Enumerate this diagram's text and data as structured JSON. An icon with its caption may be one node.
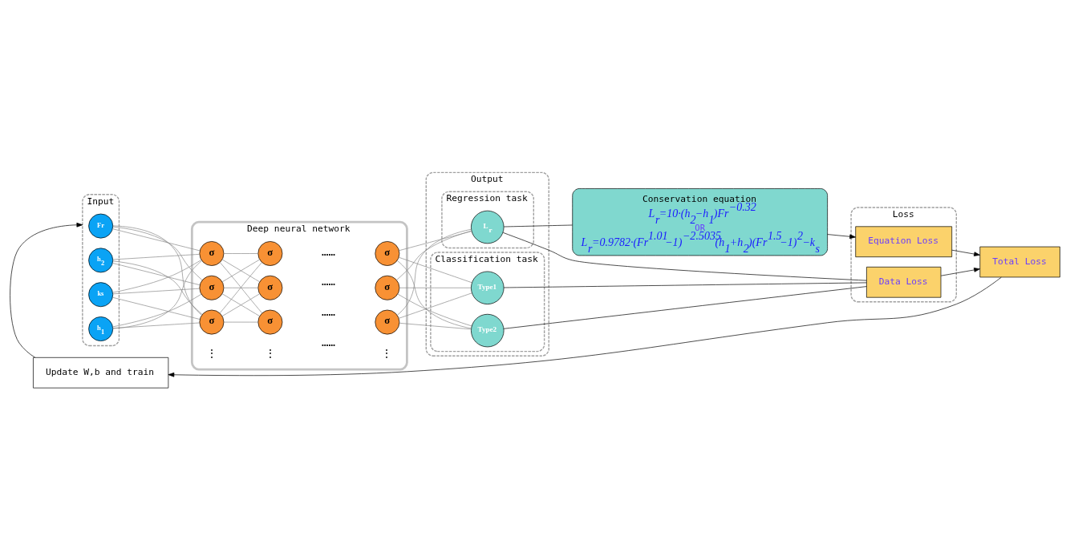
{
  "diagram": {
    "nodes": [
      {
        "text": [
          "Input"
        ]
      },
      {
        "text": [
          "Fr"
        ],
        "in": 0
      },
      {
        "text": [
          "h$_{2}$"
        ],
        "in": 0
      },
      {
        "text": [
          "ks"
        ],
        "in": 0
      },
      {
        "text": [
          "h$_{1}$"
        ],
        "in": 0
      },
      {
        "text": [
          "Deep neural network"
        ]
      },
      {
        "text": [
          "σ"
        ],
        "in": 5
      },
      {
        "text": [
          "σ"
        ],
        "in": 5
      },
      {
        "text": [
          "σ"
        ],
        "in": 5
      },
      {
        "text": [
          "σ"
        ],
        "in": 5
      },
      {
        "text": [
          "σ"
        ],
        "in": 5
      },
      {
        "text": [
          "σ"
        ],
        "in": 5
      },
      {
        "text": [
          "σ"
        ],
        "in": 5
      },
      {
        "text": [
          "σ"
        ],
        "in": 5
      },
      {
        "text": [
          "σ"
        ],
        "in": 5
      },
      {
        "text": [
          "Output"
        ]
      },
      {
        "text": [
          "Regression task"
        ],
        "in": 15
      },
      {
        "text": [
          "L$_{r}$"
        ],
        "in": 16
      },
      {
        "text": [
          "Classification task"
        ],
        "in": 15
      },
      {
        "text": [
          "Type1"
        ],
        "in": 18
      },
      {
        "text": [
          "Type2"
        ],
        "in": 18
      },
      {
        "text": [
          "Conservation equation",
          "L$_{r}$=10·(h$_{2}$−h$_{1}$)Fr$^{−0.32}$",
          "OR",
          "L$_{r}$=0.9782·(Fr$^{1.01}$−1)$^{−2.5035}$(h$_{1}$+h$_{2}$)(Fr$^{1.5}$−1)$^{2}$−k$_{s}$"
        ]
      },
      {
        "text": [
          "Loss"
        ]
      },
      {
        "text": [
          "Equation Loss"
        ],
        "in": 22
      },
      {
        "text": [
          "Data Loss"
        ],
        "in": 22
      },
      {
        "text": [
          "Total Loss"
        ]
      },
      {
        "text": [
          "Update W,b and train"
        ]
      }
    ],
    "edges": [
      {
        "from": 1,
        "to": 6,
        "arrow": "none"
      },
      {
        "from": 1,
        "to": 7,
        "arrow": "none"
      },
      {
        "from": 1,
        "to": 8,
        "arrow": "none"
      },
      {
        "from": 2,
        "to": 6,
        "arrow": "none"
      },
      {
        "from": 2,
        "to": 7,
        "arrow": "none"
      },
      {
        "from": 2,
        "to": 8,
        "arrow": "none"
      },
      {
        "from": 3,
        "to": 6,
        "arrow": "none"
      },
      {
        "from": 3,
        "to": 7,
        "arrow": "none"
      },
      {
        "from": 3,
        "to": 8,
        "arrow": "none"
      },
      {
        "from": 4,
        "to": 6,
        "arrow": "none"
      },
      {
        "from": 4,
        "to": 7,
        "arrow": "none"
      },
      {
        "from": 4,
        "to": 8,
        "arrow": "none"
      },
      {
        "from": 6,
        "to": 9,
        "arrow": "none"
      },
      {
        "from": 6,
        "to": 10,
        "arrow": "none"
      },
      {
        "from": 6,
        "to": 11,
        "arrow": "none"
      },
      {
        "from": 7,
        "to": 9,
        "arrow": "none"
      },
      {
        "from": 7,
        "to": 10,
        "arrow": "none"
      },
      {
        "from": 7,
        "to": 11,
        "arrow": "none"
      },
      {
        "from": 8,
        "to": 9,
        "arrow": "none"
      },
      {
        "from": 8,
        "to": 10,
        "arrow": "none"
      },
      {
        "from": 8,
        "to": 11,
        "arrow": "none"
      },
      {
        "from": 12,
        "to": 17,
        "arrow": "none"
      },
      {
        "from": 12,
        "to": 19,
        "arrow": "none"
      },
      {
        "from": 12,
        "to": 20,
        "arrow": "none"
      },
      {
        "from": 13,
        "to": 17,
        "arrow": "none"
      },
      {
        "from": 13,
        "to": 19,
        "arrow": "none"
      },
      {
        "from": 13,
        "to": 20,
        "arrow": "none"
      },
      {
        "from": 14,
        "to": 17,
        "arrow": "none"
      },
      {
        "from": 14,
        "to": 19,
        "arrow": "none"
      },
      {
        "from": 14,
        "to": 20,
        "arrow": "none"
      },
      {
        "from": 17,
        "to": 21,
        "arrow": "none",
        "color": "#000000"
      },
      {
        "from": 17,
        "to": 24,
        "arrow": "none",
        "color": "#000000"
      },
      {
        "from": 19,
        "to": 24,
        "arrow": "none",
        "color": "#000000"
      },
      {
        "from": 20,
        "to": 24,
        "arrow": "none",
        "color": "#000000"
      },
      {
        "from": 21,
        "to": 23,
        "arrow": "to",
        "color": "#000000"
      },
      {
        "from": 23,
        "to": 25,
        "arrow": "to",
        "color": "#000000"
      },
      {
        "from": 24,
        "to": 25,
        "arrow": "to",
        "color": "#000000"
      },
      {
        "from": 25,
        "to": 26,
        "arrow": "to",
        "color": "#000000"
      },
      {
        "from": 26,
        "to": 0,
        "arrow": "to",
        "color": "#000000"
      }
    ],
    "labels": [
      "……",
      "……",
      "⋮",
      "⋮",
      "……",
      "⋮",
      "……"
    ]
  }
}
